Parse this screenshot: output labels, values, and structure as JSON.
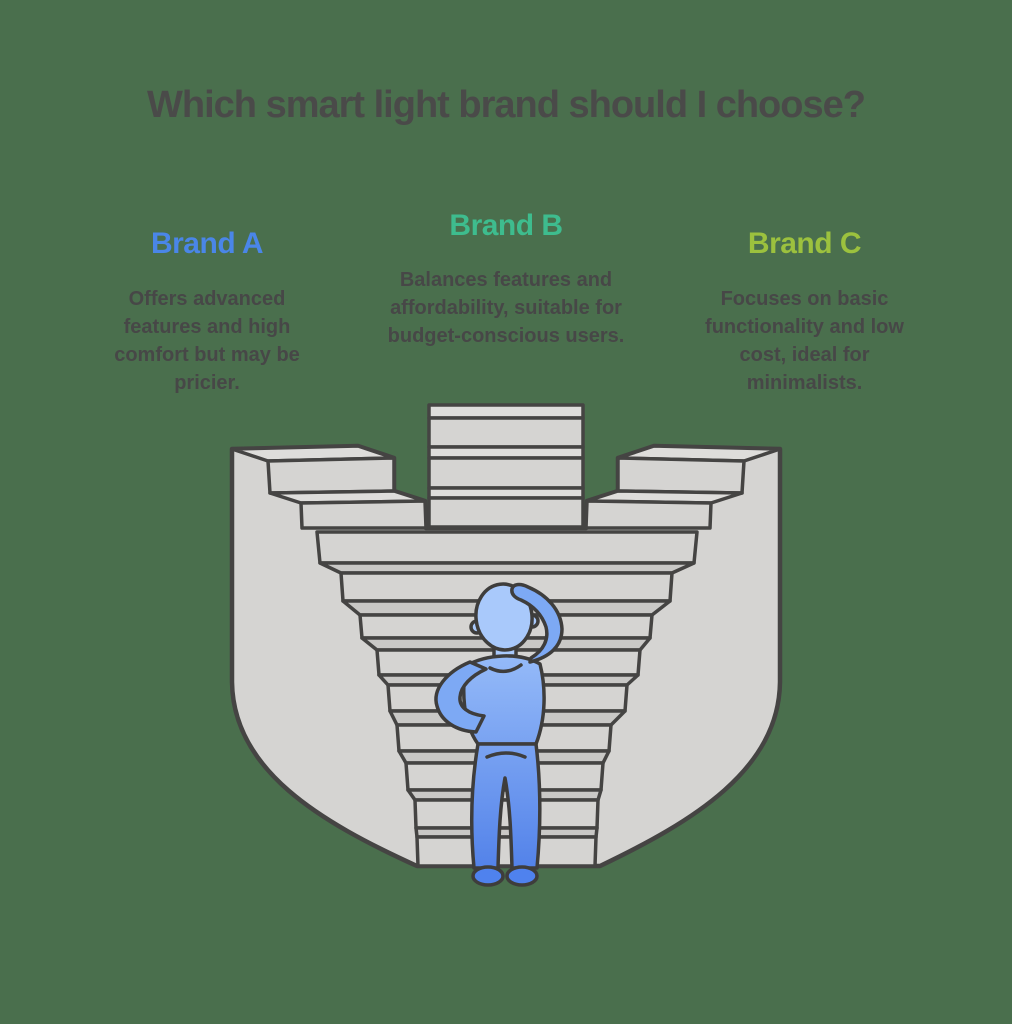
{
  "title": "Which smart light brand should I choose?",
  "colors": {
    "background": "#4a6f4d",
    "title_text": "#4a4a49",
    "body_text": "#474747"
  },
  "brands": [
    {
      "label": "Brand A",
      "color": "#4a86e8",
      "lines": [
        "Offers advanced",
        "features and high",
        "comfort but may be",
        "pricier."
      ]
    },
    {
      "label": "Brand B",
      "color": "#3ebc8e",
      "lines": [
        "Balances features and",
        "affordability, suitable for",
        "budget-conscious users."
      ]
    },
    {
      "label": "Brand C",
      "color": "#9cc13e",
      "lines": [
        "Focuses on basic",
        "functionality and low",
        "cost, ideal for",
        "minimalists."
      ]
    }
  ],
  "illustration": {
    "name": "confused-person-before-grand-staircase",
    "structure_fill": "#d5d4d2",
    "structure_shade": "#c9c8c6",
    "structure_highlight": "#dedddb",
    "outline": "#454443",
    "person_skin": "#a9c9fb",
    "person_arm": "#7da9f4",
    "person_body_top": "#98bdf9",
    "person_body_bottom": "#4e7ee8",
    "person_feet": "#4f82ee"
  }
}
